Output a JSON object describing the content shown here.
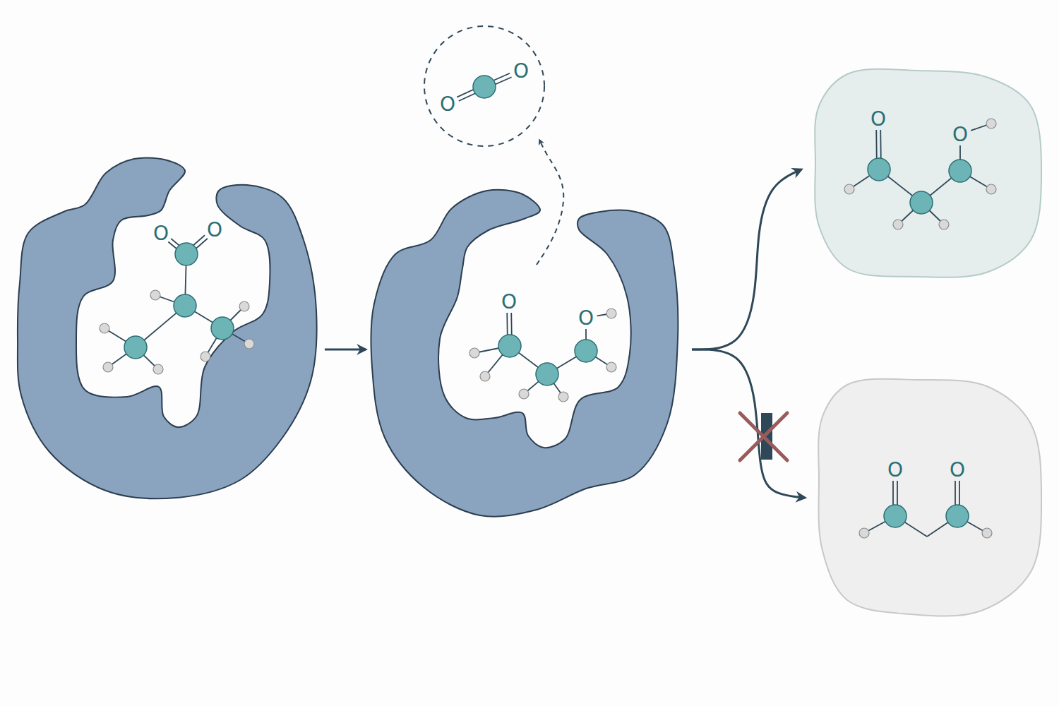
{
  "diagram": {
    "nodes": [
      {
        "text": [
          "O",
          "O"
        ]
      },
      {
        "text": [
          "O",
          "O"
        ]
      },
      {
        "text": [
          "O",
          "O"
        ]
      },
      {
        "text": [
          "O",
          "O"
        ]
      },
      {
        "text": [
          "O",
          "O"
        ]
      }
    ],
    "edges": [
      {
        "from": 0,
        "to": 2,
        "arrow": "to"
      },
      {
        "from": 2,
        "to": 1,
        "arrow": "to"
      },
      {
        "from": 2,
        "to": 3,
        "arrow": "to"
      },
      {
        "from": 2,
        "to": 4,
        "arrow": "to"
      }
    ]
  }
}
